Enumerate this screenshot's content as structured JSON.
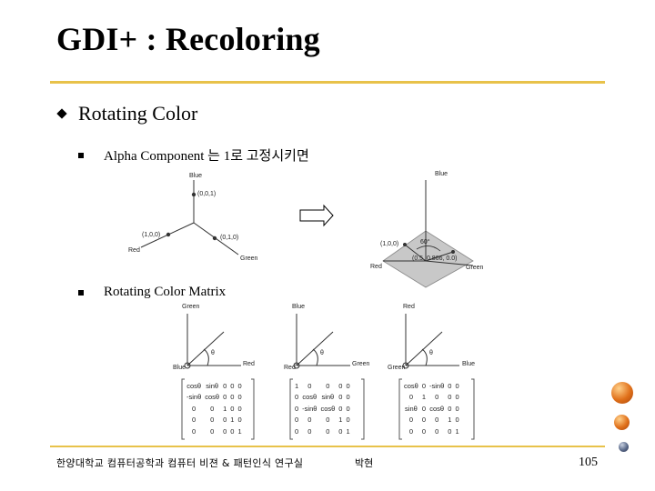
{
  "slide": {
    "title": "GDI+ : Recoloring",
    "bullet": "Rotating Color",
    "sub_items": [
      "Alpha Component 는 1로 고정시키면",
      "Rotating Color Matrix"
    ],
    "footer": {
      "institution": "한양대학교 컴퓨터공학과 컴퓨터 비젼 & 패턴인식 연구실",
      "author": "박현",
      "page": "105"
    },
    "accent_color": "#e8c24a"
  },
  "diagram_left": {
    "axes": [
      "Blue",
      "Red",
      "Green"
    ],
    "points": [
      "(0,0,1)",
      "(1,0,0)",
      "(0,1,0)"
    ]
  },
  "diagram_right": {
    "axes": [
      "Blue",
      "Red",
      "Green"
    ],
    "point": "(1,0,0)",
    "angle": "60°",
    "rotated_point": "(0.5, 0.866, 0.0)"
  },
  "rotations": [
    {
      "vertical": "Green",
      "horizontal": "Red",
      "corner": "Blue",
      "theta": "θ",
      "matrix": [
        [
          "cosθ",
          "sinθ",
          "0",
          "0",
          "0"
        ],
        [
          "-sinθ",
          "cosθ",
          "0",
          "0",
          "0"
        ],
        [
          "0",
          "0",
          "1",
          "0",
          "0"
        ],
        [
          "0",
          "0",
          "0",
          "1",
          "0"
        ],
        [
          "0",
          "0",
          "0",
          "0",
          "1"
        ]
      ]
    },
    {
      "vertical": "Blue",
      "horizontal": "Green",
      "corner": "Red",
      "theta": "θ",
      "matrix": [
        [
          "1",
          "0",
          "0",
          "0",
          "0"
        ],
        [
          "0",
          "cosθ",
          "sinθ",
          "0",
          "0"
        ],
        [
          "0",
          "-sinθ",
          "cosθ",
          "0",
          "0"
        ],
        [
          "0",
          "0",
          "0",
          "1",
          "0"
        ],
        [
          "0",
          "0",
          "0",
          "0",
          "1"
        ]
      ]
    },
    {
      "vertical": "Red",
      "horizontal": "Blue",
      "corner": "Green",
      "theta": "θ",
      "matrix": [
        [
          "cosθ",
          "0",
          "-sinθ",
          "0",
          "0"
        ],
        [
          "0",
          "1",
          "0",
          "0",
          "0"
        ],
        [
          "sinθ",
          "0",
          "cosθ",
          "0",
          "0"
        ],
        [
          "0",
          "0",
          "0",
          "1",
          "0"
        ],
        [
          "0",
          "0",
          "0",
          "0",
          "1"
        ]
      ]
    }
  ]
}
